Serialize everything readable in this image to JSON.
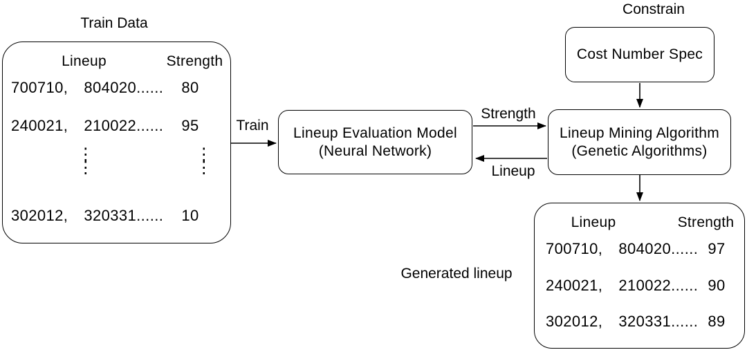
{
  "diagram": {
    "colors": {
      "stroke": "#000000",
      "background": "#ffffff"
    },
    "train_data": {
      "title": "Train Data",
      "col_lineup": "Lineup",
      "col_strength": "Strength",
      "rows": [
        {
          "lineup": "700710,  804020......",
          "strength": "80"
        },
        {
          "lineup": "240021,  210022......",
          "strength": "95"
        },
        {
          "lineup": "⋮\n⋮",
          "strength": "⋮\n⋮"
        },
        {
          "lineup": "302012,  320331......",
          "strength": "10"
        }
      ]
    },
    "arrow_labels": {
      "train": "Train",
      "strength": "Strength",
      "lineup": "Lineup"
    },
    "evaluation_model": {
      "line1": "Lineup Evaluation Model",
      "line2": "(Neural Network)"
    },
    "constrain": {
      "title": "Constrain",
      "box_label": "Cost Number Spec"
    },
    "mining_algorithm": {
      "line1": "Lineup Mining Algorithm",
      "line2": "(Genetic Algorithms)"
    },
    "generated_lineup": {
      "title": "Generated lineup",
      "col_lineup": "Lineup",
      "col_strength": "Strength",
      "rows": [
        {
          "lineup": "700710,  804020......",
          "strength": "97"
        },
        {
          "lineup": "240021,  210022......",
          "strength": "90"
        },
        {
          "lineup": "302012,  320331......",
          "strength": "89"
        }
      ]
    }
  }
}
